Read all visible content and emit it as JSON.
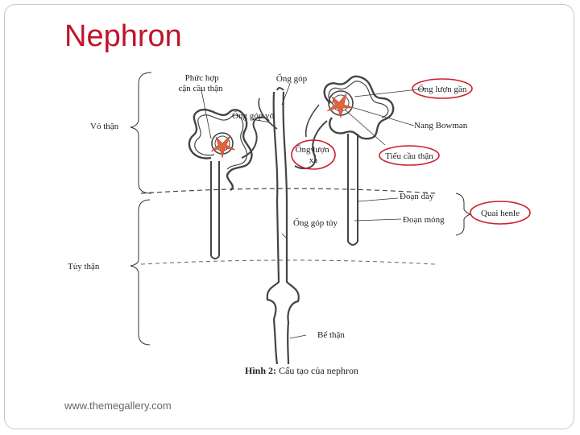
{
  "slide": {
    "title": "Nephron",
    "footer": "www.themegallery.com"
  },
  "diagram": {
    "labels": {
      "phuc_hop_line1": "Phức hợp",
      "phuc_hop_line2": "cận cầu thận",
      "ong_gop": "Ống góp",
      "ong_luon_gan": "Ống lượn gần",
      "vo_than": "Vỏ thận",
      "ong_gop_vo": "Ống góp vỏ",
      "nang_bowman": "Nang Bowman",
      "ong_luon_xa_line1": "Ống lượn",
      "ong_luon_xa_line2": "xa",
      "tieu_cau_than": "Tiểu cầu thận",
      "doan_day": "Đoạn dày",
      "quai_henle": "Quai henle",
      "ong_gop_tuy": "Ống góp tủy",
      "doan_mong": "Đoạn mỏng",
      "tuy_than": "Tủy thận",
      "be_than": "Bể thận"
    },
    "caption": {
      "bold": "Hình 2:",
      "rest": " Cấu tạo của nephron"
    },
    "colors": {
      "highlight": "#cc1f2a",
      "glomerulus": "#e0633f"
    }
  }
}
